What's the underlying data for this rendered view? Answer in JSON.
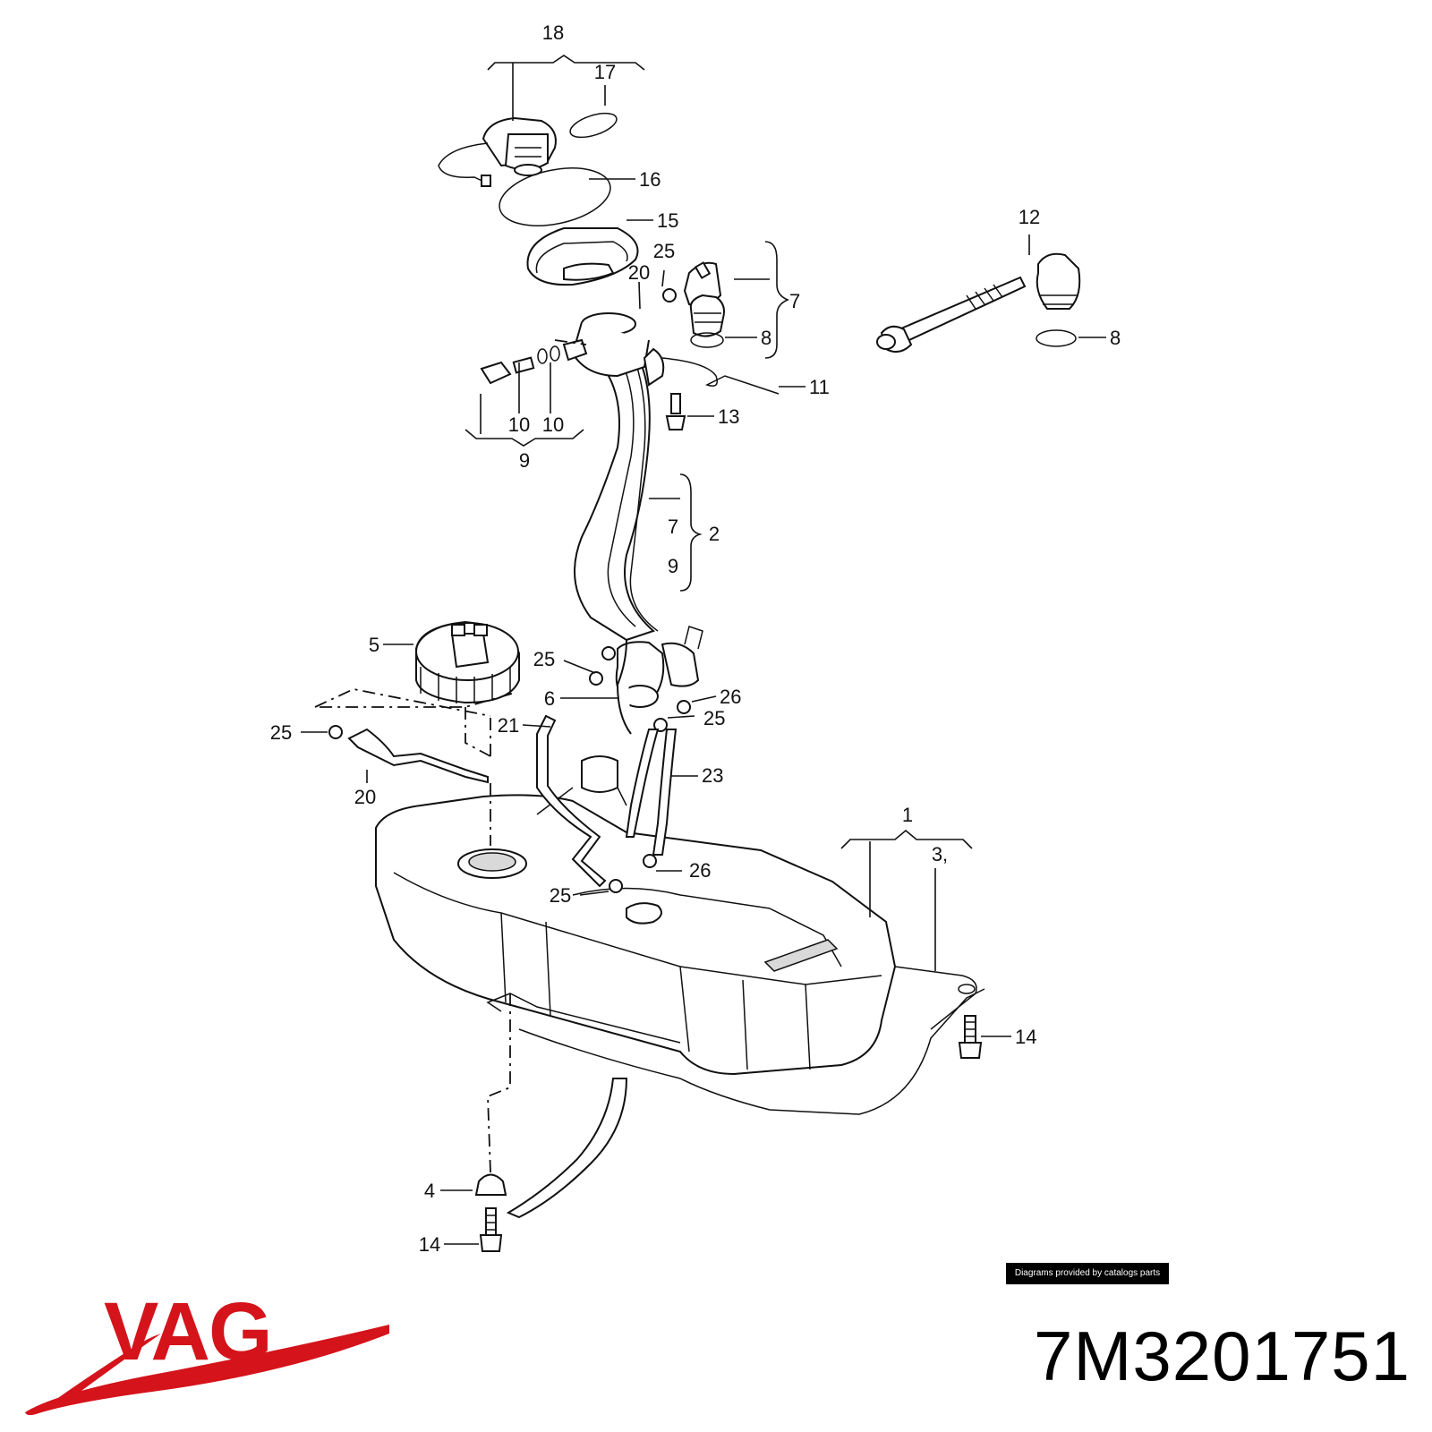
{
  "diagram": {
    "callouts": [
      "18",
      "17",
      "16",
      "15",
      "25",
      "20",
      "7",
      "8",
      "12",
      "8",
      "11",
      "13",
      "10",
      "10",
      "9",
      "7",
      "2",
      "9",
      "5",
      "25",
      "6",
      "26",
      "25",
      "21",
      "25",
      "20",
      "23",
      "1",
      "3,",
      "26",
      "25",
      "14",
      "4",
      "14"
    ]
  },
  "footer": {
    "credit": "Diagrams provided by catalogs parts",
    "brand": "VAG",
    "part_number": "7M3201751"
  },
  "colors": {
    "brand_red": "#d4131b",
    "ink": "#111111",
    "credit_bg": "#000000"
  }
}
